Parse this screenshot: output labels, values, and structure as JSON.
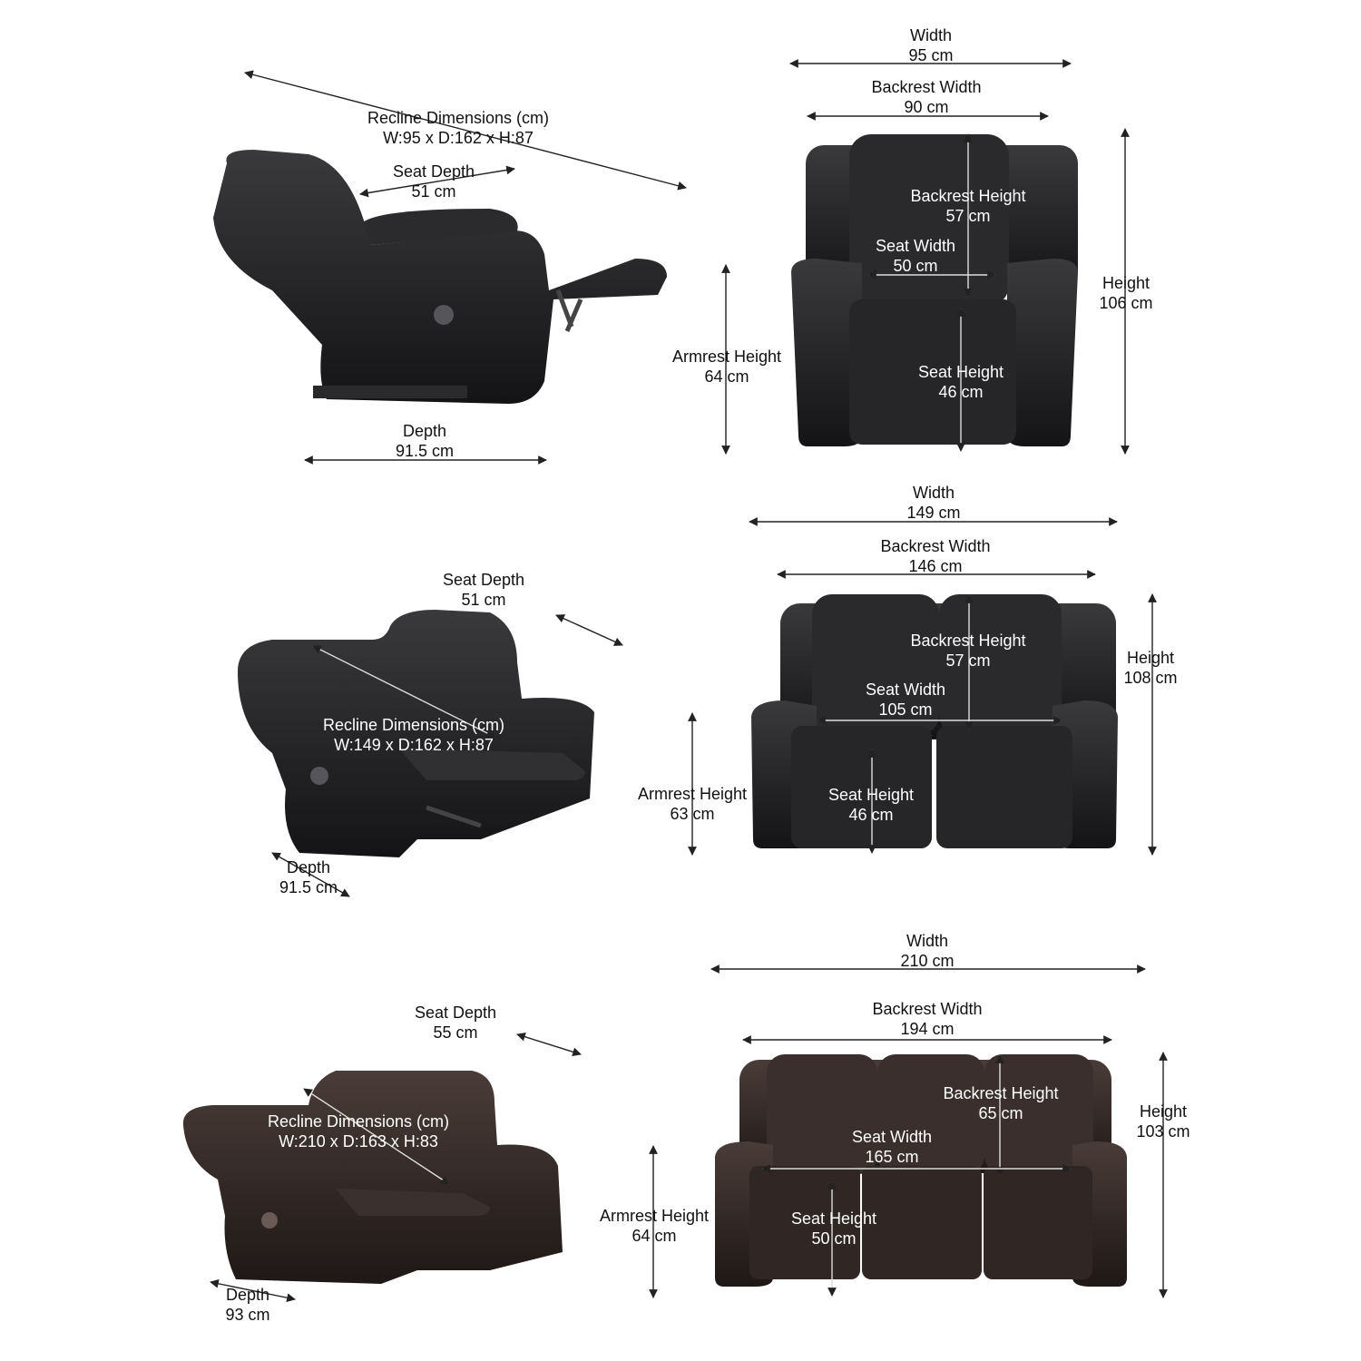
{
  "colors": {
    "leather_black": "#1c1c1e",
    "leather_brown": "#2a2220",
    "dimension_line": "#222222",
    "background": "#ffffff"
  },
  "sections": [
    {
      "product": "single-recliner",
      "side_view": {
        "recline": {
          "title": "Recline Dimensions (cm)",
          "value": "W:95 x D:162 x H:87"
        },
        "seat_depth": {
          "label": "Seat Depth",
          "value": "51 cm"
        },
        "depth": {
          "label": "Depth",
          "value": "91.5 cm"
        }
      },
      "front_view": {
        "width": {
          "label": "Width",
          "value": "95 cm"
        },
        "backrest_width": {
          "label": "Backrest Width",
          "value": "90 cm"
        },
        "backrest_height": {
          "label": "Backrest Height",
          "value": "57 cm"
        },
        "seat_width": {
          "label": "Seat Width",
          "value": "50 cm"
        },
        "height": {
          "label": "Height",
          "value": "106 cm"
        },
        "armrest_height": {
          "label": "Armrest Height",
          "value": "64 cm"
        },
        "seat_height": {
          "label": "Seat Height",
          "value": "46 cm"
        }
      }
    },
    {
      "product": "two-seater",
      "side_view": {
        "recline": {
          "title": "Recline Dimensions (cm)",
          "value": "W:149 x D:162 x H:87"
        },
        "seat_depth": {
          "label": "Seat Depth",
          "value": "51 cm"
        },
        "depth": {
          "label": "Depth",
          "value": "91.5 cm"
        }
      },
      "front_view": {
        "width": {
          "label": "Width",
          "value": "149 cm"
        },
        "backrest_width": {
          "label": "Backrest Width",
          "value": "146 cm"
        },
        "backrest_height": {
          "label": "Backrest Height",
          "value": "57 cm"
        },
        "seat_width": {
          "label": "Seat Width",
          "value": "105 cm"
        },
        "height": {
          "label": "Height",
          "value": "108 cm"
        },
        "armrest_height": {
          "label": "Armrest Height",
          "value": "63 cm"
        },
        "seat_height": {
          "label": "Seat Height",
          "value": "46 cm"
        }
      }
    },
    {
      "product": "three-seater",
      "side_view": {
        "recline": {
          "title": "Recline Dimensions (cm)",
          "value": "W:210 x D:163 x H:83"
        },
        "seat_depth": {
          "label": "Seat Depth",
          "value": "55 cm"
        },
        "depth": {
          "label": "Depth",
          "value": "93 cm"
        }
      },
      "front_view": {
        "width": {
          "label": "Width",
          "value": "210 cm"
        },
        "backrest_width": {
          "label": "Backrest Width",
          "value": "194 cm"
        },
        "backrest_height": {
          "label": "Backrest Height",
          "value": "65 cm"
        },
        "seat_width": {
          "label": "Seat Width",
          "value": "165 cm"
        },
        "height": {
          "label": "Height",
          "value": "103 cm"
        },
        "armrest_height": {
          "label": "Armrest Height",
          "value": "64 cm"
        },
        "seat_height": {
          "label": "Seat Height",
          "value": "50 cm"
        }
      }
    }
  ]
}
